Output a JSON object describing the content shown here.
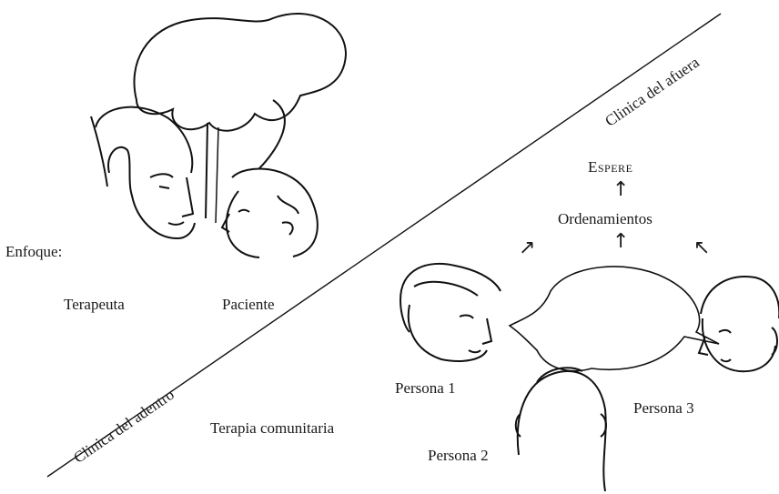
{
  "diagram": {
    "left_panel": {
      "focus_label": "Enfoque:",
      "therapist_label": "Terapeuta",
      "patient_label": "Paciente"
    },
    "divider": {
      "inner_clinic_label": "Clinica del adentro",
      "outer_clinic_label": "Clinica del afuera"
    },
    "right_panel": {
      "community_therapy_label": "Terapia comunitaria",
      "top_label": "Espere",
      "orders_label": "Ordenamientos",
      "person1_label": "Persona 1",
      "person2_label": "Persona 2",
      "person3_label": "Persona 3"
    },
    "icons": {
      "arrows": [
        "arrow-up",
        "arrow-up",
        "arrow-up-right",
        "arrow-up-left"
      ]
    }
  }
}
